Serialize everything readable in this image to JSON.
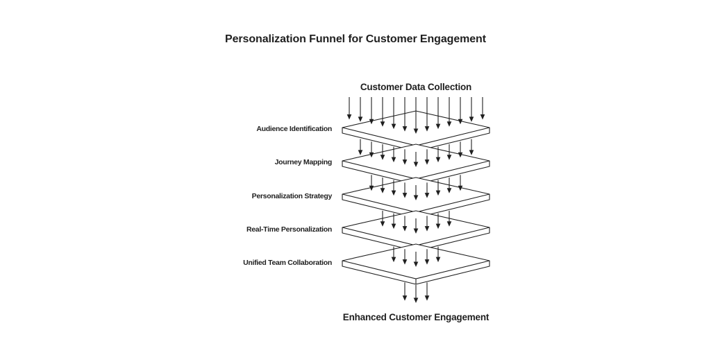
{
  "title": "Personalization Funnel for Customer Engagement",
  "funnel": {
    "input_label": "Customer Data Collection",
    "output_label": "Enhanced Customer Engagement",
    "layers": [
      {
        "label": "Audience Identification",
        "arrows_in": 13
      },
      {
        "label": "Journey Mapping",
        "arrows_in": 11
      },
      {
        "label": "Personalization Strategy",
        "arrows_in": 9
      },
      {
        "label": "Real-Time Personalization",
        "arrows_in": 7
      },
      {
        "label": "Unified Team Collaboration",
        "arrows_in": 5
      }
    ],
    "arrows_out": 3,
    "stroke_color": "#1f1f1f",
    "fill_color": "#ffffff",
    "text_color": "#1f1f1f"
  },
  "chart_data": {
    "type": "funnel-layer-diagram",
    "title": "Personalization Funnel for Customer Engagement",
    "input": "Customer Data Collection",
    "output": "Enhanced Customer Engagement",
    "stages": [
      "Audience Identification",
      "Journey Mapping",
      "Personalization Strategy",
      "Real-Time Personalization",
      "Unified Team Collaboration"
    ],
    "arrow_counts_per_stage": [
      13,
      11,
      9,
      7,
      5
    ],
    "arrows_out": 3,
    "legend_position": "none",
    "grid": false
  }
}
